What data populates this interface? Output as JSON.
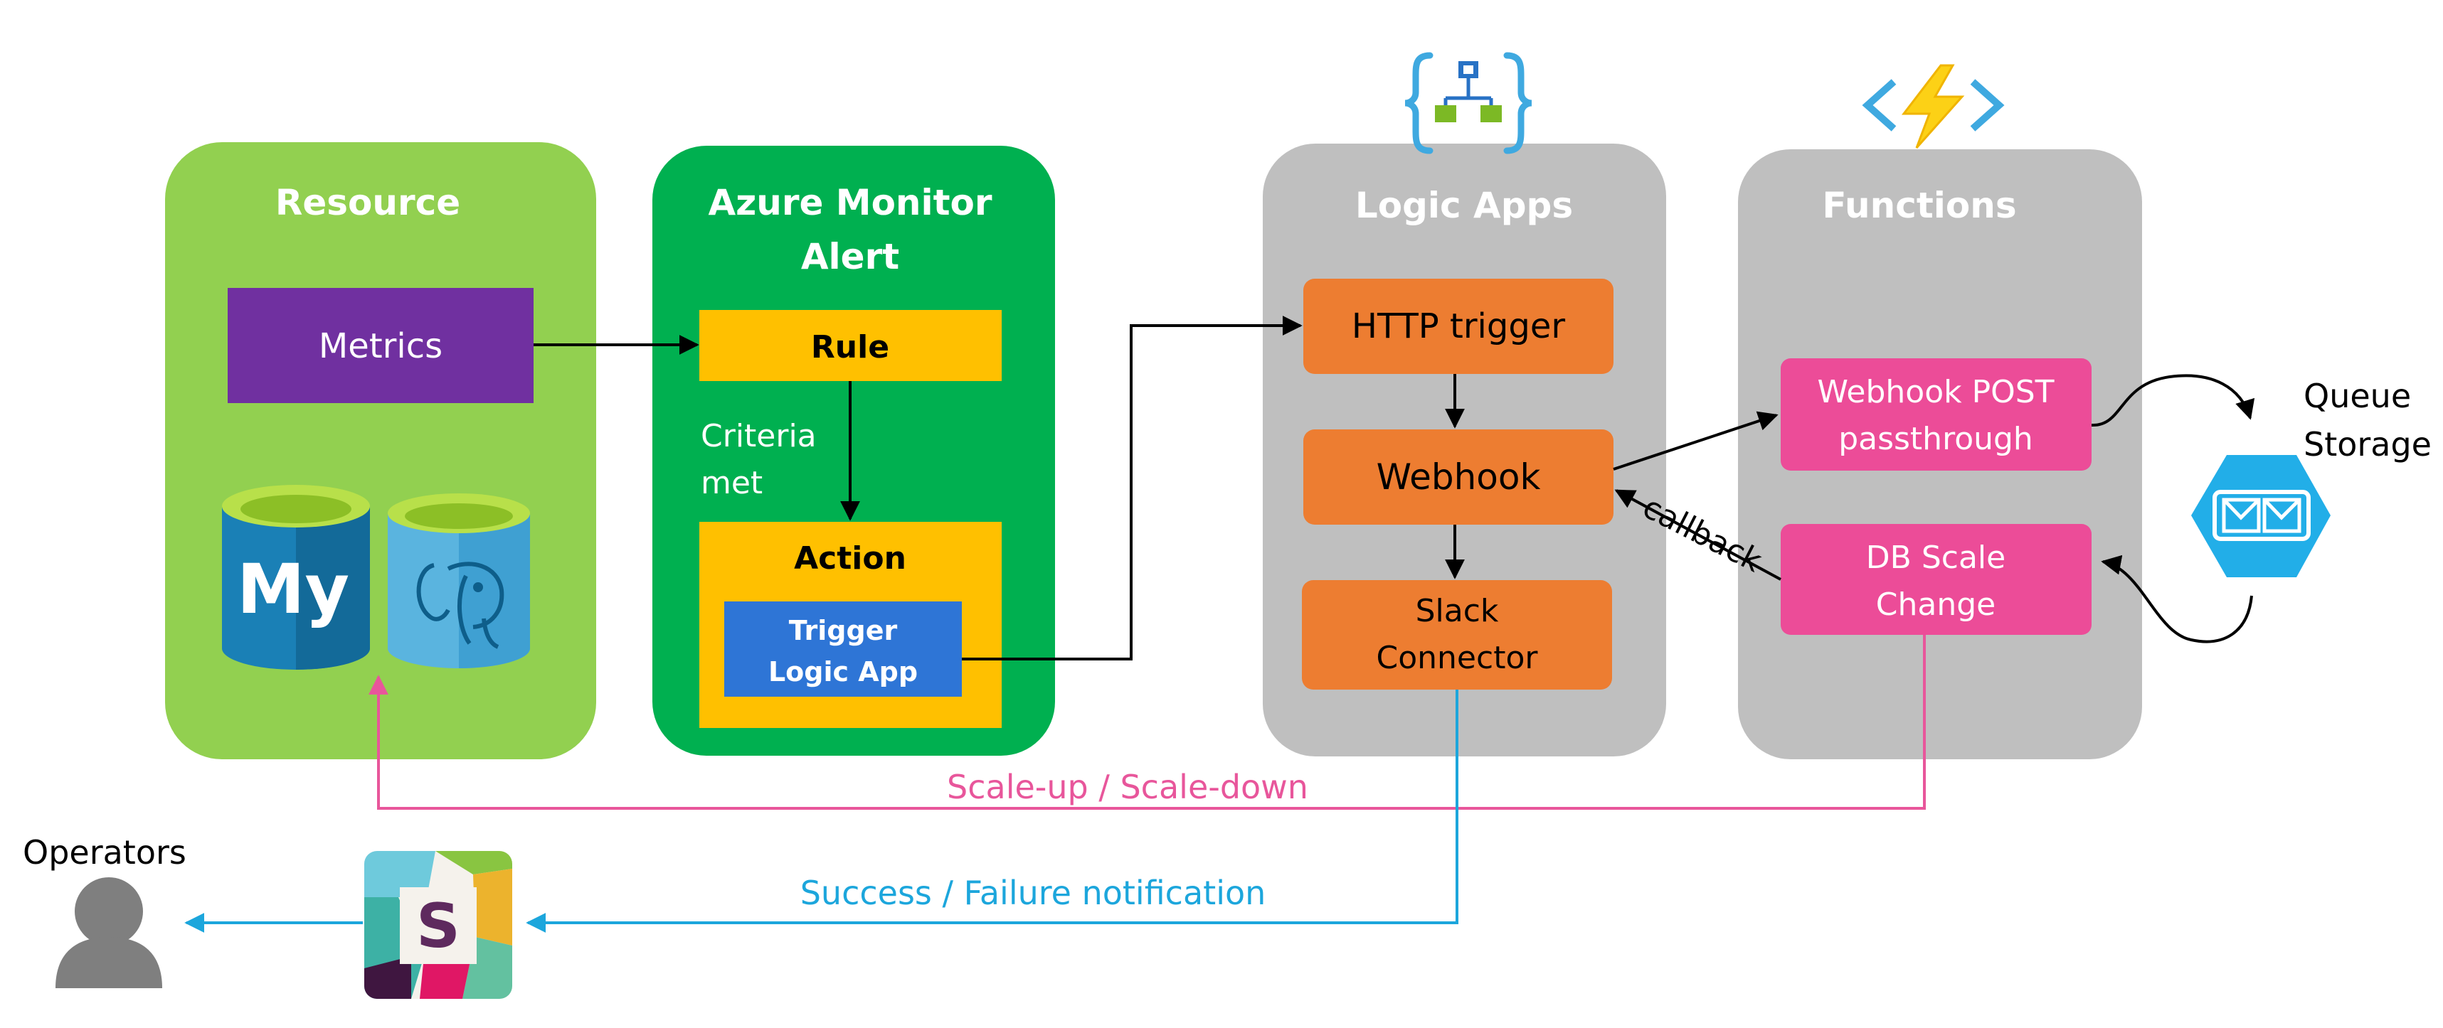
{
  "groups": {
    "resource": {
      "title": "Resource",
      "metrics": "Metrics"
    },
    "monitor": {
      "title_line1": "Azure Monitor",
      "title_line2": "Alert",
      "rule": "Rule",
      "criteria_line1": "Criteria",
      "criteria_line2": "met",
      "action": "Action",
      "trigger_line1": "Trigger",
      "trigger_line2": "Logic App"
    },
    "logic_apps": {
      "title": "Logic Apps",
      "http_trigger": "HTTP trigger",
      "webhook": "Webhook",
      "slack_line1": "Slack",
      "slack_line2": "Connector"
    },
    "functions": {
      "title": "Functions",
      "webhook_post_line1": "Webhook POST",
      "webhook_post_line2": "passthrough",
      "db_scale_line1": "DB Scale",
      "db_scale_line2": "Change"
    }
  },
  "labels": {
    "callback": "callback",
    "queue_line1": "Queue",
    "queue_line2": "Storage",
    "scale": "Scale-up / Scale-down",
    "notification": "Success / Failure notification",
    "operators": "Operators"
  },
  "icons": {
    "mysql": "My",
    "slack": "S"
  },
  "colors": {
    "resource_bg": "#92D050",
    "monitor_bg": "#00B050",
    "gray_bg": "#BFBFBF",
    "metrics": "#7030A0",
    "amber": "#FFC000",
    "blue": "#2E75D6",
    "orange": "#ED7D31",
    "pink": "#EC4C98",
    "pink_line": "#E8569B",
    "cyan_line": "#1CA6DC",
    "operator_gray": "#7F7F7F"
  }
}
